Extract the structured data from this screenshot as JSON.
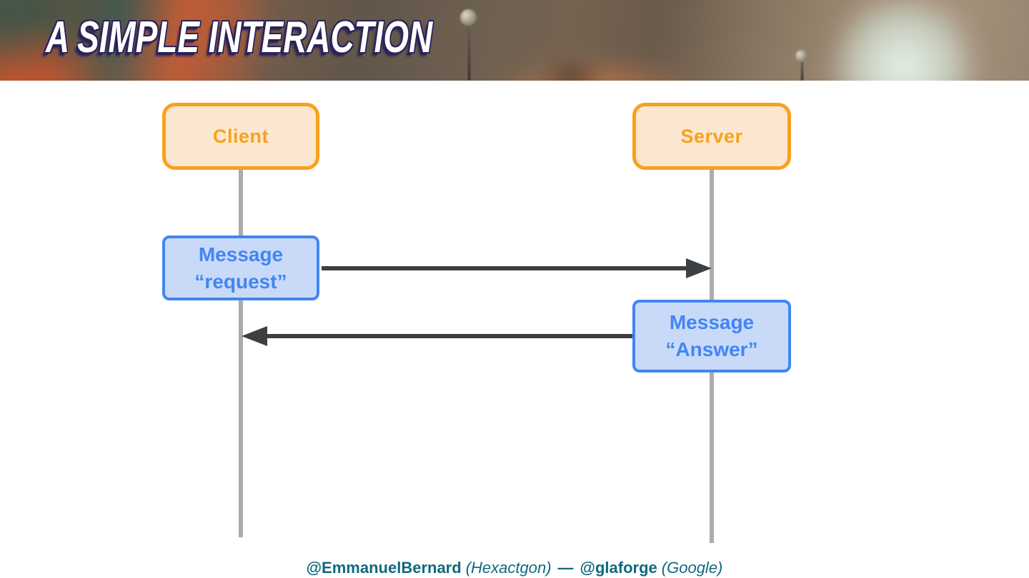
{
  "slide": {
    "title": "A SIMPLE INTERACTION"
  },
  "diagram": {
    "client_label": "Client",
    "server_label": "Server",
    "request_line1": "Message",
    "request_line2": "“request”",
    "answer_line1": "Message",
    "answer_line2": "“Answer”"
  },
  "footer": {
    "handle1": "@EmmanuelBernard",
    "org1": "(Hexactgon)",
    "separator": "—",
    "handle2": "@glaforge",
    "org2": "(Google)"
  },
  "colors": {
    "actor_border": "#F9A11C",
    "actor_fill": "#FBE7CF",
    "actor_text": "#F9A11C",
    "message_border": "#4285F4",
    "message_fill": "#C9DAF8",
    "message_text": "#4285F4",
    "arrow": "#3C4043",
    "lifeline": "#ACACAC",
    "footer_text": "#11697E",
    "title_text": "#FFFFFF",
    "title_shadow": "#2B2259"
  }
}
